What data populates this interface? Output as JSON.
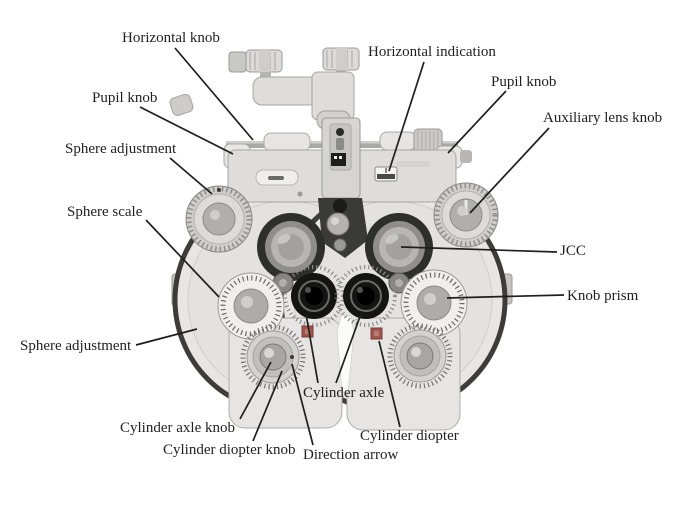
{
  "figure": {
    "type": "labeled-equipment-diagram",
    "labels": {
      "horizontal_knob": "Horizontal knob",
      "horizontal_indication": "Horizontal indication",
      "pupil_knob_left": "Pupil knob",
      "pupil_knob_right": "Pupil knob",
      "auxiliary_lens_knob": "Auxiliary lens knob",
      "sphere_adjustment_top": "Sphere adjustment",
      "sphere_scale": "Sphere scale",
      "sphere_adjustment_bottom": "Sphere adjustment",
      "jcc": "JCC",
      "knob_prism": "Knob prism",
      "cylinder_axle": "Cylinder axle",
      "cylinder_axle_knob": "Cylinder axle knob",
      "cylinder_diopter_knob": "Cylinder diopter knob",
      "direction_arrow": "Direction arrow",
      "cylinder_diopter": "Cylinder diopter"
    },
    "colors": {
      "background": "#ffffff",
      "label_text": "#1f1f1f",
      "leader_line": "#1f1f1f",
      "device_light": "#e7e6e4",
      "device_mid": "#cfcecc",
      "device_dark_rim": "#3d3c3a",
      "aperture_black": "#141412",
      "marker_red": "#9c564e"
    }
  }
}
